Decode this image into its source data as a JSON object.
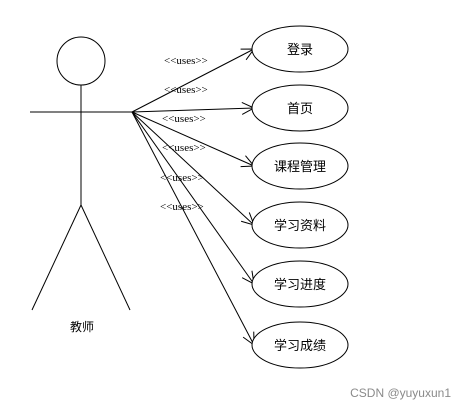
{
  "actor": {
    "name": "教师"
  },
  "stereotype": "<<uses>>",
  "use_cases": [
    {
      "id": "login",
      "label": "登录"
    },
    {
      "id": "home",
      "label": "首页"
    },
    {
      "id": "course",
      "label": "课程管理"
    },
    {
      "id": "materials",
      "label": "学习资料"
    },
    {
      "id": "progress",
      "label": "学习进度"
    },
    {
      "id": "grades",
      "label": "学习成绩"
    }
  ],
  "watermark": "CSDN @yuyuxun1"
}
